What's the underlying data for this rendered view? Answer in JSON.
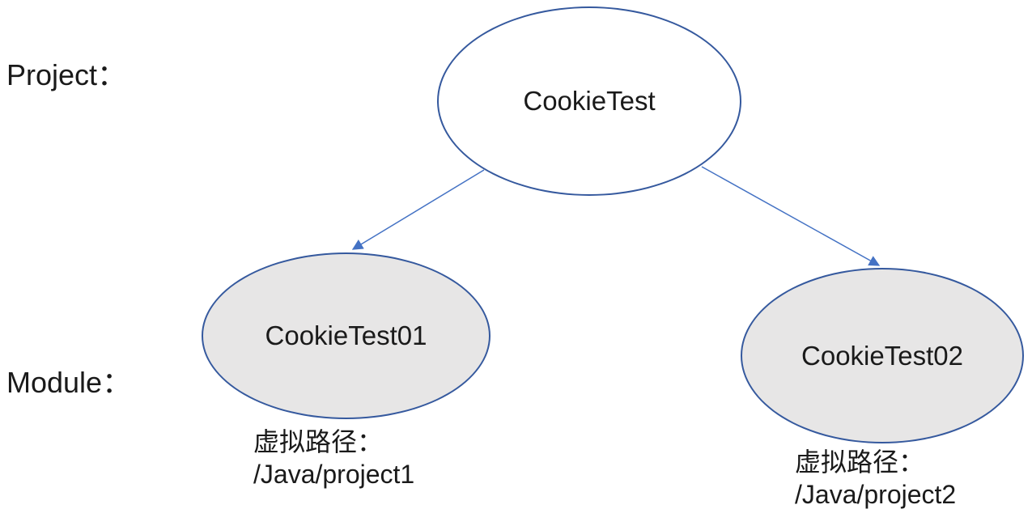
{
  "diagram": {
    "side_labels": {
      "project": "Project：",
      "module": "Module："
    },
    "nodes": {
      "project": {
        "label": "CookieTest"
      },
      "module1": {
        "label": "CookieTest01"
      },
      "module2": {
        "label": "CookieTest02"
      }
    },
    "captions": {
      "module1": {
        "title": "虚拟路径：",
        "path": "/Java/project1"
      },
      "module2": {
        "title": "虚拟路径：",
        "path": "/Java/project2"
      }
    },
    "edges": [
      {
        "from": "CookieTest",
        "to": "CookieTest01"
      },
      {
        "from": "CookieTest",
        "to": "CookieTest02"
      }
    ],
    "colors": {
      "node_border": "#35599E",
      "node_fill_white": "#FFFFFF",
      "node_fill_gray": "#E7E6E6",
      "arrow": "#4472C4",
      "text": "#1A1A1A"
    }
  }
}
